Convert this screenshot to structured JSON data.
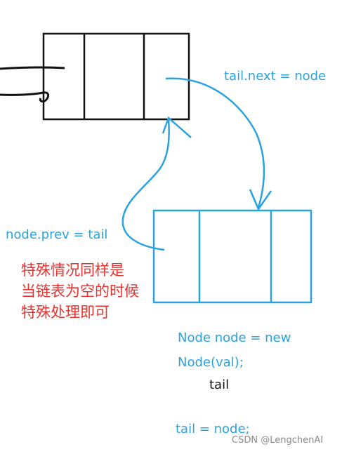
{
  "colors": {
    "black": "#111111",
    "blue": "#2aa3dc",
    "red": "#e8332f",
    "watermark": "#8a8a8a"
  },
  "labels": {
    "tail_next": "tail.next = node",
    "node_prev": "node.prev = tail",
    "note_line1": "特殊情况同样是",
    "note_line2": "当链表为空的时候",
    "note_line3": "特殊处理即可",
    "code_line1": "Node node = new",
    "code_line2": "Node(val);",
    "code_line3": "tail",
    "code_line4": "tail = node;",
    "watermark": "CSDN @LengchenAI"
  }
}
